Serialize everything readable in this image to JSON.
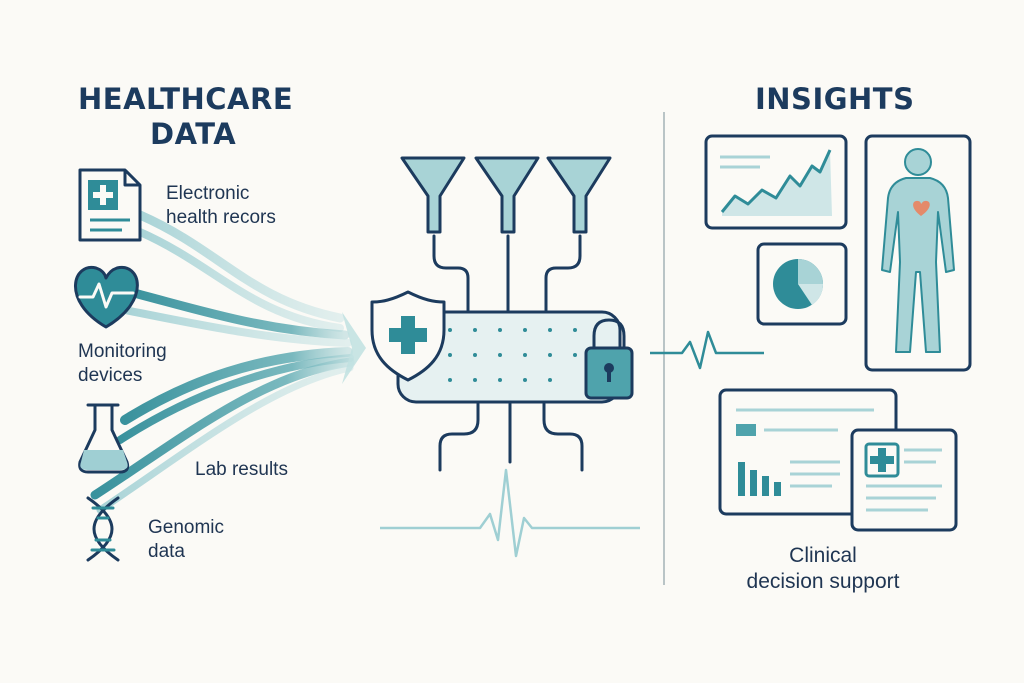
{
  "left_title": {
    "line1": "HEALTHCARE",
    "line2": "DATA"
  },
  "right_title": "INSIGHTS",
  "sources": [
    {
      "icon": "document-plus-icon",
      "line1": "Electronic",
      "line2": "health recors"
    },
    {
      "icon": "heart-pulse-icon",
      "line1": "Monitoring",
      "line2": "devices"
    },
    {
      "icon": "flask-icon",
      "line1": "Lab results",
      "line2": ""
    },
    {
      "icon": "dna-icon",
      "line1": "Genomic",
      "line2": "data"
    }
  ],
  "outcome": {
    "line1": "Clinical",
    "line2": "decision support"
  },
  "colors": {
    "navy": "#1c3b5e",
    "teal": "#2f8c98",
    "light_teal": "#a8d3d6",
    "pale": "#e6f1f1",
    "heart": "#e48a6a"
  }
}
